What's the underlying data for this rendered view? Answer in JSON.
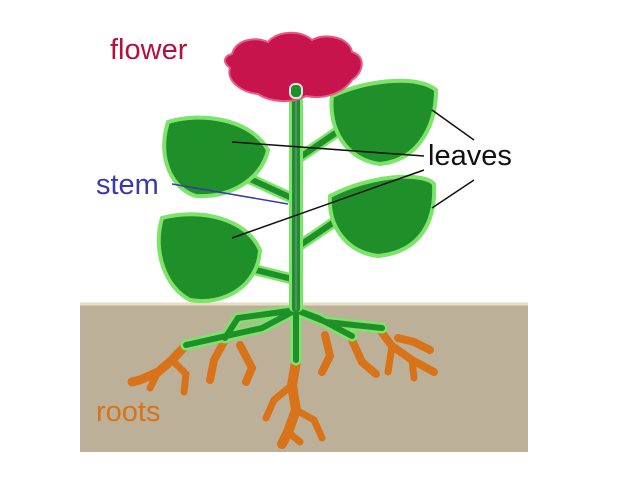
{
  "labels": {
    "flower": "flower",
    "stem": "stem",
    "leaves": "leaves",
    "roots": "roots"
  },
  "colors": {
    "flower": "#c8144c",
    "flower_label": "#b3103f",
    "leaf_fill": "#1f8f2a",
    "leaf_edge": "#7de36a",
    "stem": "#1f8f2a",
    "stem_edge": "#7de36a",
    "soil": "#bcb198",
    "soil_edge": "#e8dcc4",
    "roots": "#d9731a",
    "stem_label": "#3a3aaa",
    "leaves_label": "#111111",
    "roots_label": "#d9731a",
    "pointer_lines": "#111111"
  }
}
